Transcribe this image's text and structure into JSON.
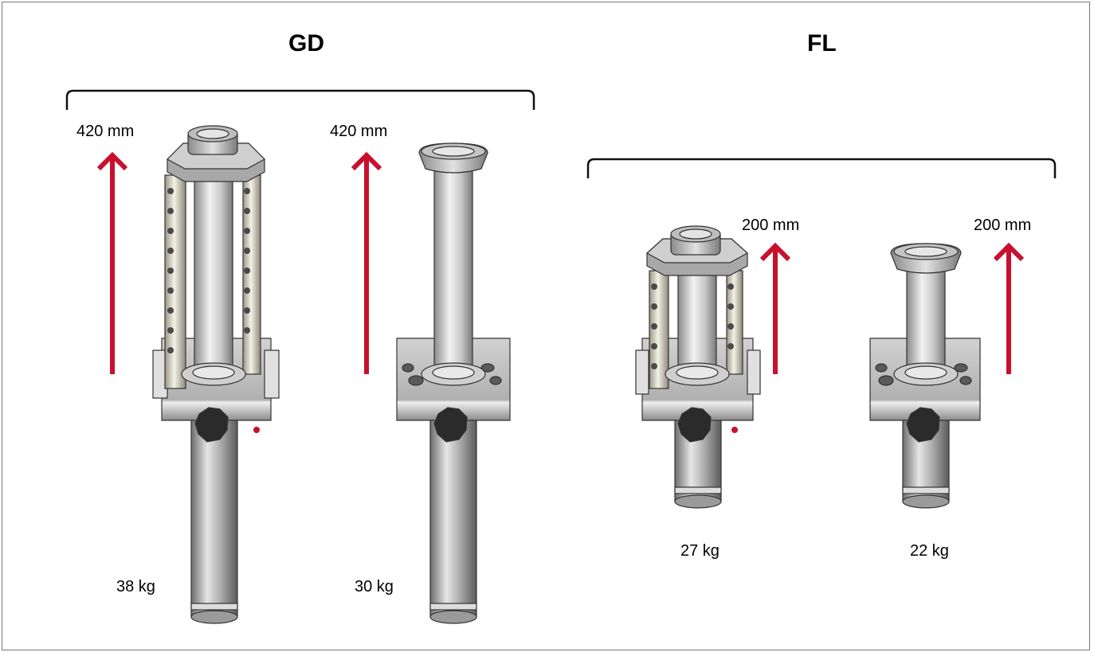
{
  "groups": [
    {
      "title": "GD",
      "units": [
        {
          "travel": "420 mm",
          "weight": "38 kg",
          "variant": "with-guide-rods"
        },
        {
          "travel": "420 mm",
          "weight": "30 kg",
          "variant": "plain"
        }
      ]
    },
    {
      "title": "FL",
      "units": [
        {
          "travel": "200 mm",
          "weight": "27 kg",
          "variant": "with-guide-rods"
        },
        {
          "travel": "200 mm",
          "weight": "22 kg",
          "variant": "plain"
        }
      ]
    }
  ],
  "colors": {
    "arrow": "#c8102e",
    "metal_light": "#e6e6e6",
    "metal_mid": "#b4b4b4",
    "metal_dark": "#6e6e6e",
    "rod": "#e8e4d8",
    "knob": "#2b2b2b",
    "outline": "#333333"
  },
  "icons": [
    "arrow-up-icon",
    "bracket-icon",
    "leveling-jack-icon"
  ]
}
